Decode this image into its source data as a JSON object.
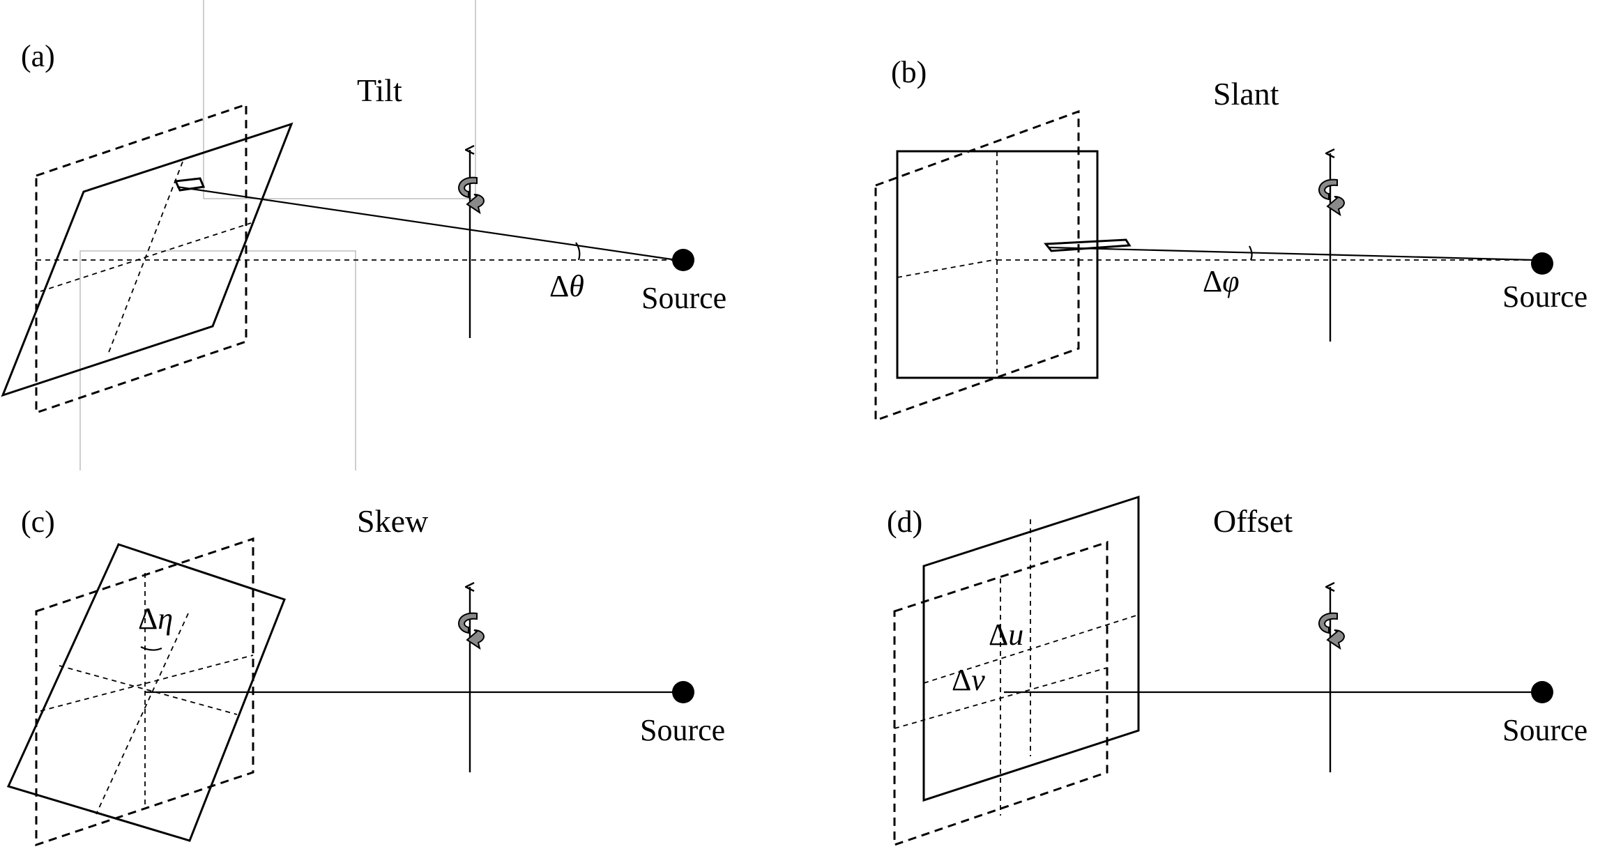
{
  "panels": [
    {
      "tag": "(a)",
      "title": "Tilt",
      "angle_symbol": "Δ",
      "angle_var": "θ",
      "source_label": "Source"
    },
    {
      "tag": "(b)",
      "title": "Slant",
      "angle_symbol": "Δ",
      "angle_var": "φ",
      "source_label": "Source"
    },
    {
      "tag": "(c)",
      "title": "Skew",
      "angle_symbol": "Δ",
      "angle_var": "η",
      "source_label": "Source"
    },
    {
      "tag": "(d)",
      "title": "Offset",
      "offset_u_symbol": "Δ",
      "offset_u_var": "u",
      "offset_v_symbol": "Δ",
      "offset_v_var": "v",
      "source_label": "Source"
    }
  ],
  "icons": {
    "rotation": "rotation-arrow-icon",
    "source": "source-point-icon"
  },
  "colors": {
    "line": "#000000",
    "rotation_fill": "#8a8a8a",
    "background": "#ffffff"
  }
}
